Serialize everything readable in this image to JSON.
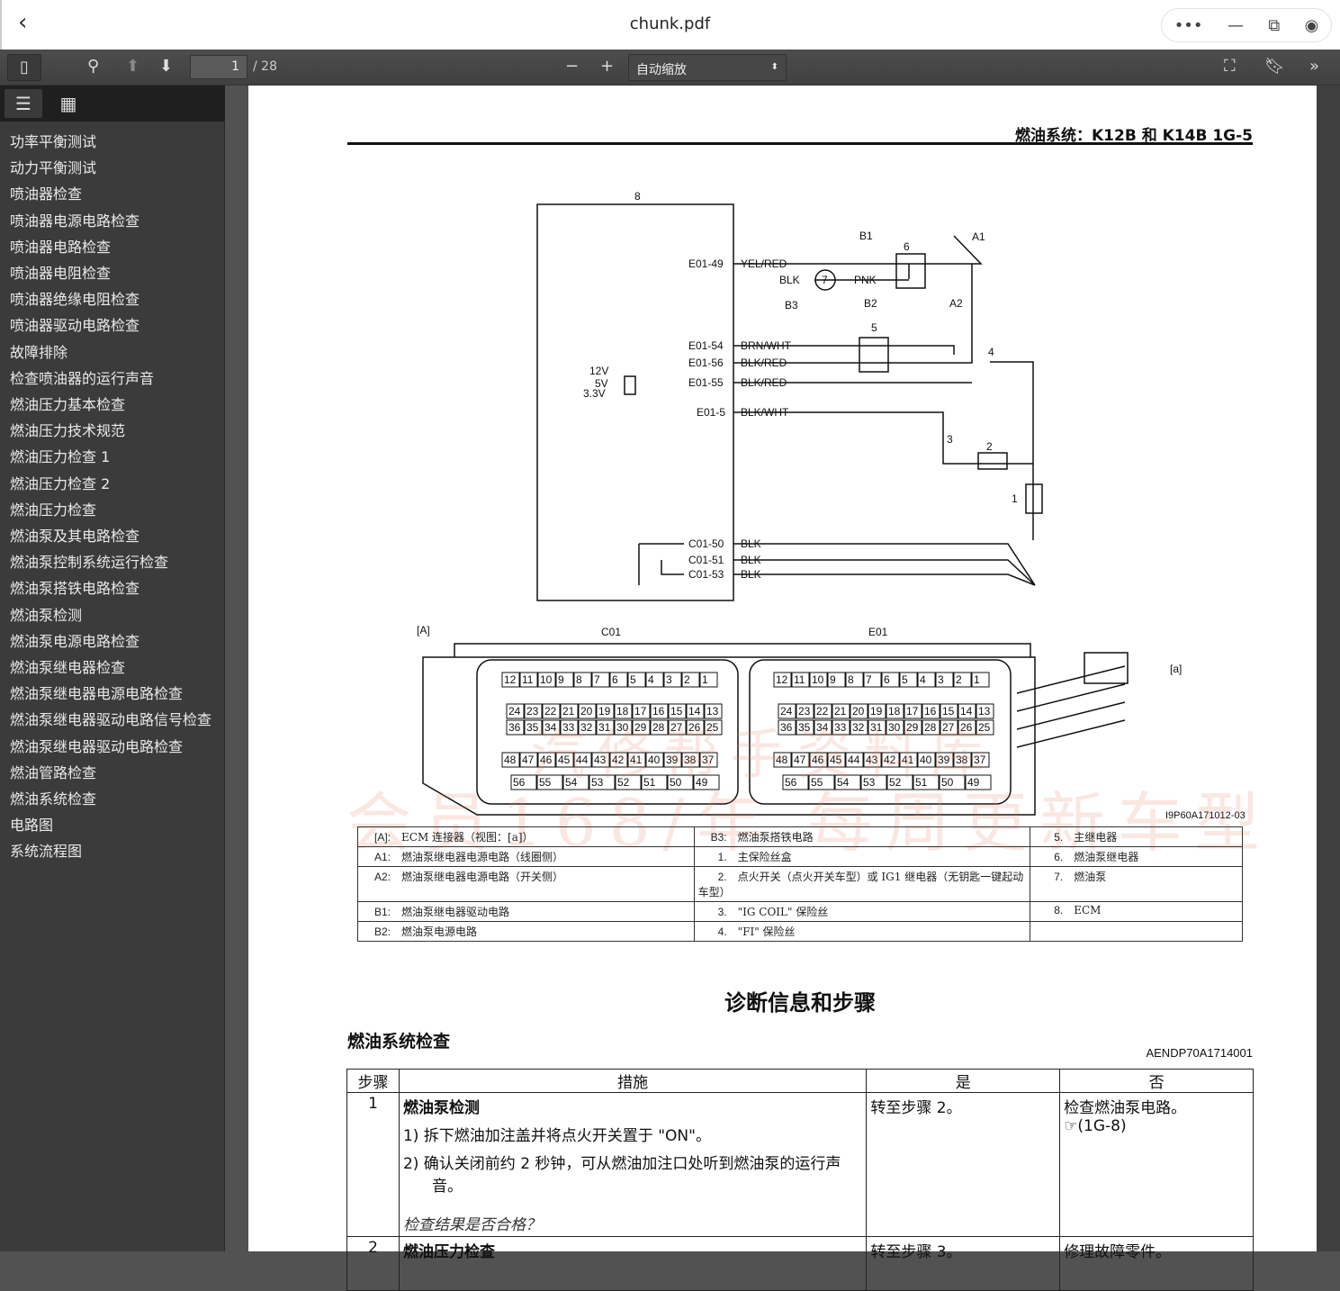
{
  "window": {
    "title": "chunk.pdf",
    "back_icon": "chevron-left-icon",
    "controls": [
      "more-icon",
      "minimize-icon",
      "restore-icon",
      "record-icon"
    ]
  },
  "toolbar": {
    "page_current": "1",
    "page_total": "/ 28",
    "zoom_out": "−",
    "zoom_in": "+",
    "zoom_select": "自动缩放"
  },
  "sidebar": {
    "items": [
      "功率平衡测试",
      "动力平衡测试",
      "喷油器检查",
      "喷油器电源电路检查",
      "喷油器电路检查",
      "喷油器电阻检查",
      "喷油器绝缘电阻检查",
      "喷油器驱动电路检查",
      "故障排除",
      "检查喷油器的运行声音",
      "燃油压力基本检查",
      "燃油压力技术规范",
      "燃油压力检查 1",
      "燃油压力检查 2",
      "燃油压力检查",
      "燃油泵及其电路检查",
      "燃油泵控制系统运行检查",
      "燃油泵搭铁电路检查",
      "燃油泵检测",
      "燃油泵电源电路检查",
      "燃油泵继电器检查",
      "燃油泵继电器电源电路检查",
      "燃油泵继电器驱动电路信号检查",
      "燃油泵继电器驱动电路检查",
      "燃油管路检查",
      "燃油系统检查",
      "电路图",
      "系统流程图"
    ]
  },
  "doc": {
    "header": "燃油系统：K12B 和 K14B   1G-5",
    "diagram": {
      "ecm_num": "8",
      "b1": "B1",
      "a1": "A1",
      "relay6": "6",
      "pump7": "7",
      "blk": "BLK",
      "pnk": "PNK",
      "b3": "B3",
      "b2": "B2",
      "a2": "A2",
      "relay5": "5",
      "fuse4": "4",
      "fuse3": "3",
      "sw2": "2",
      "box1": "1",
      "v12": "12V",
      "v5": "5V",
      "v33": "3.3V",
      "pins": [
        [
          "E01-49",
          "YEL/RED"
        ],
        [
          "E01-54",
          "BRN/WHT"
        ],
        [
          "E01-56",
          "BLK/RED"
        ],
        [
          "E01-55",
          "BLK/RED"
        ],
        [
          "E01-5",
          "BLK/WHT"
        ],
        [
          "C01-50",
          "BLK"
        ],
        [
          "C01-51",
          "BLK"
        ],
        [
          "C01-53",
          "BLK"
        ]
      ],
      "conn_label": "[A]",
      "c01": "C01",
      "e01": "E01",
      "view": "[a]",
      "fig_id": "I9P60A171012-03",
      "c01_rows": [
        [
          "12",
          "11",
          "10",
          "9",
          "8",
          "7",
          "6",
          "5",
          "4",
          "3",
          "2",
          "1"
        ],
        [
          "24",
          "23",
          "22",
          "21",
          "20",
          "19",
          "18",
          "17",
          "16",
          "15",
          "14",
          "13"
        ],
        [
          "36",
          "35",
          "34",
          "33",
          "32",
          "31",
          "30",
          "29",
          "28",
          "27",
          "26",
          "25"
        ],
        [
          "48",
          "47",
          "46",
          "45",
          "44",
          "43",
          "42",
          "41",
          "40",
          "39",
          "38",
          "37"
        ],
        [
          "56",
          "55",
          "54",
          "53",
          "52",
          "51",
          "50",
          "49"
        ]
      ],
      "e01_rows": [
        [
          "12",
          "11",
          "10",
          "9",
          "8",
          "7",
          "6",
          "5",
          "4",
          "3",
          "2",
          "1"
        ],
        [
          "24",
          "23",
          "22",
          "21",
          "20",
          "19",
          "18",
          "17",
          "16",
          "15",
          "14",
          "13"
        ],
        [
          "36",
          "35",
          "34",
          "33",
          "32",
          "31",
          "30",
          "29",
          "28",
          "27",
          "26",
          "25"
        ],
        [
          "48",
          "47",
          "46",
          "45",
          "44",
          "43",
          "42",
          "41",
          "40",
          "39",
          "38",
          "37"
        ],
        [
          "56",
          "55",
          "54",
          "53",
          "52",
          "51",
          "50",
          "49"
        ]
      ]
    },
    "watermark": "会员168/年  每周更新车型",
    "watermark2": "汽修帮手资料库",
    "legend": [
      [
        [
          "[A]:",
          "ECM 连接器（视图：[a]）"
        ],
        [
          "B3:",
          "燃油泵搭铁电路"
        ],
        [
          "5.",
          "主继电器"
        ]
      ],
      [
        [
          "A1:",
          "燃油泵继电器电源电路（线圈侧）"
        ],
        [
          "1.",
          "主保险丝盒"
        ],
        [
          "6.",
          "燃油泵继电器"
        ]
      ],
      [
        [
          "A2:",
          "燃油泵继电器电源电路（开关侧）"
        ],
        [
          "2.",
          "点火开关（点火开关车型）或 IG1 继电器（无钥匙一键起动车型）"
        ],
        [
          "7.",
          "燃油泵"
        ]
      ],
      [
        [
          "B1:",
          "燃油泵继电器驱动电路"
        ],
        [
          "3.",
          "\"IG COIL\" 保险丝"
        ],
        [
          "8.",
          "ECM"
        ]
      ],
      [
        [
          "B2:",
          "燃油泵电源电路"
        ],
        [
          "4.",
          "\"FI\" 保险丝"
        ],
        [
          "",
          ""
        ]
      ]
    ],
    "section_title": "诊断信息和步骤",
    "subsection": "燃油系统检查",
    "code": "AENDP70A1714001",
    "steps_table": {
      "headers": [
        "步骤",
        "措施",
        "是",
        "否"
      ],
      "rows": [
        {
          "step": "1",
          "title": "燃油泵检测",
          "items": [
            "1)  拆下燃油加注盖并将点火开关置于 \"ON\"。",
            "2)  确认关闭前约 2 秒钟，可从燃油加注口处听到燃油泵的运行声音。"
          ],
          "question": "检查结果是否合格？",
          "yes": "转至步骤 2。",
          "no": "检查燃油泵电路。",
          "no_ref": "☞(1G-8)"
        },
        {
          "step": "2",
          "title": "燃油压力检查",
          "yes": "转至步骤 3。",
          "no": "修理故障零件。"
        }
      ]
    }
  }
}
